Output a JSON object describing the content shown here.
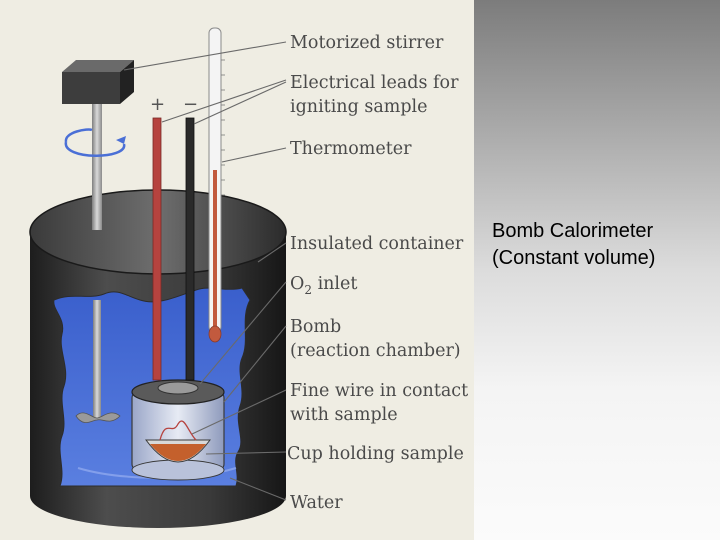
{
  "caption": {
    "line1": "Bomb Calorimeter",
    "line2": "(Constant volume)"
  },
  "diagram": {
    "labels": {
      "motorized_stirrer": "Motorized stirrer",
      "electrical_leads_line1": "Electrical leads for",
      "electrical_leads_line2": "igniting sample",
      "thermometer": "Thermometer",
      "insulated_container": "Insulated container",
      "o2_inlet_prefix": "O",
      "o2_inlet_subscript": "2",
      "o2_inlet_suffix": " inlet",
      "bomb_line1": "Bomb",
      "bomb_line2": "(reaction chamber)",
      "fine_wire_line1": "Fine wire in contact",
      "fine_wire_line2": "with sample",
      "cup": "Cup holding sample",
      "water": "Water"
    },
    "polarity": {
      "positive": "+",
      "negative": "−"
    },
    "colors": {
      "panel_background": "#efede3",
      "container_dark": "#2f2f2f",
      "water_blue": "#4a6fd6",
      "lead_red": "#b6433f",
      "sample_orange": "#c4602c"
    }
  }
}
